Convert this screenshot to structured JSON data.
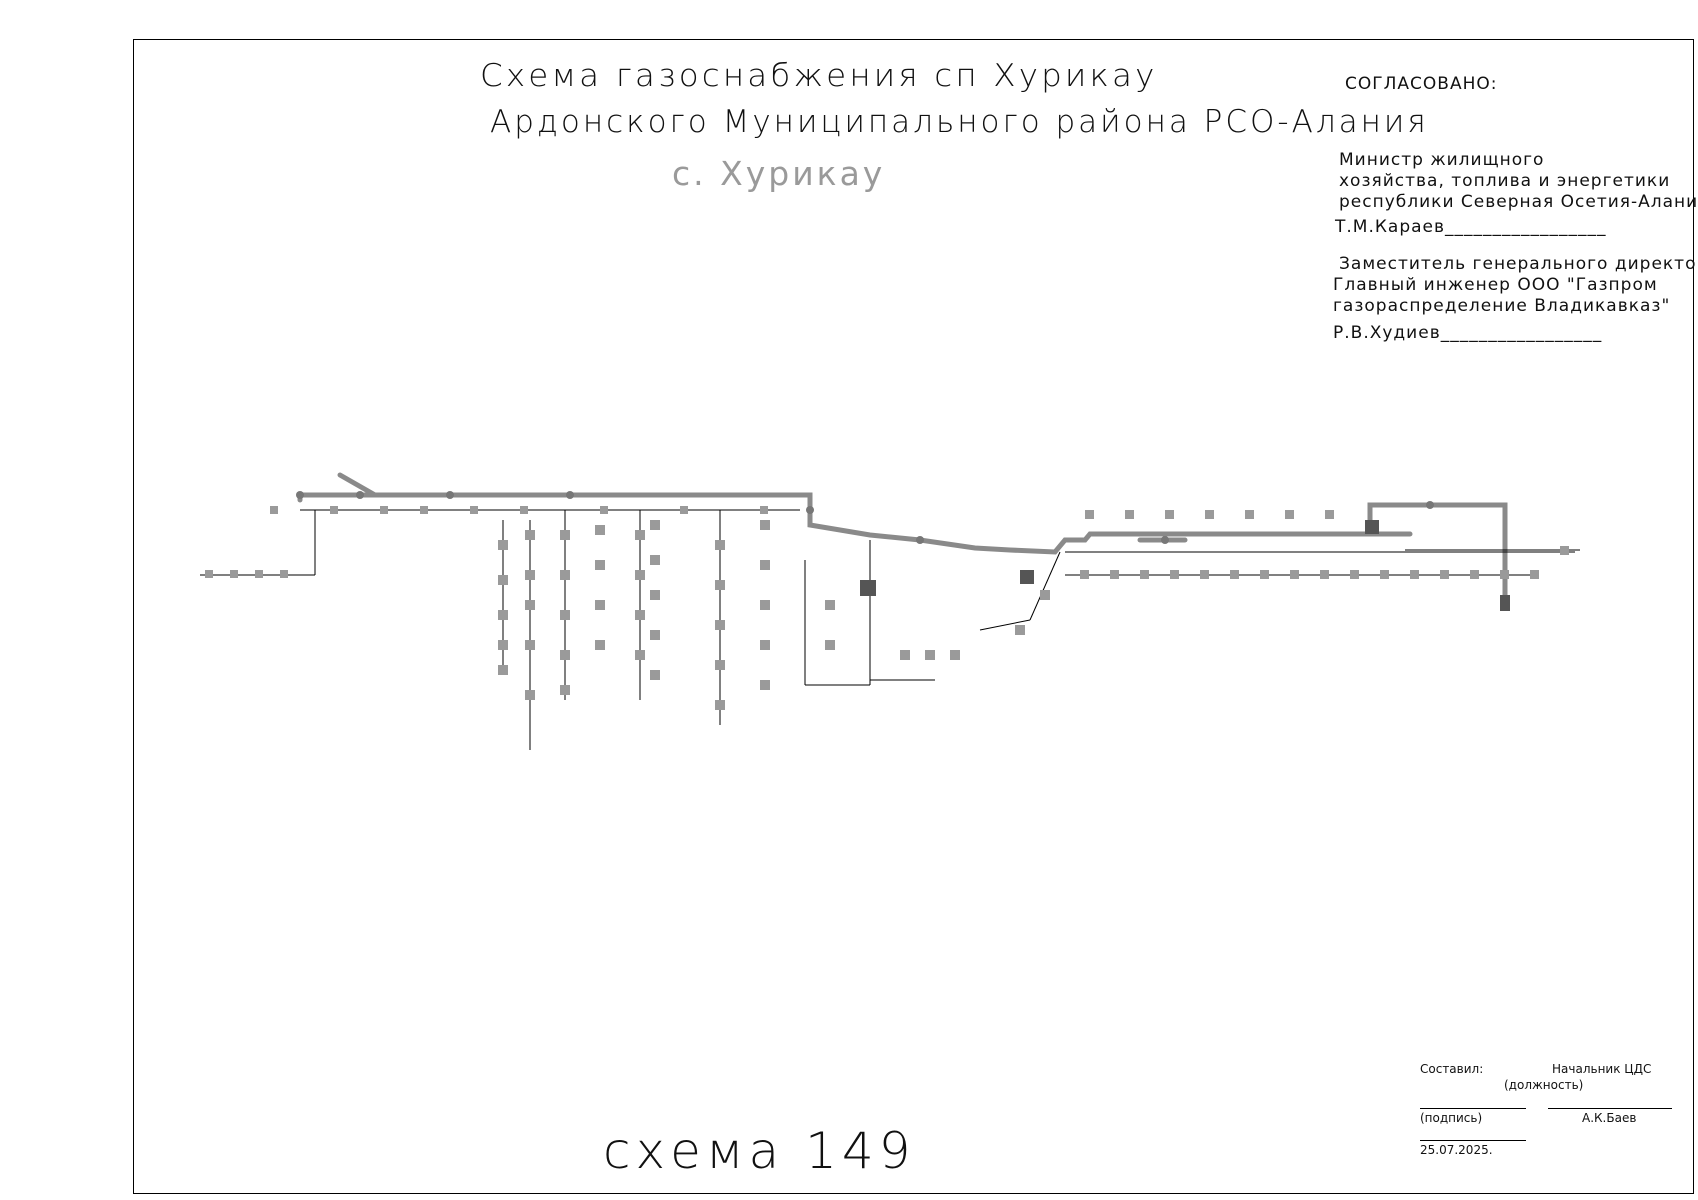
{
  "title": {
    "line1": "Схема газоснабжения сп Хурикау",
    "line2": "Ардонского Муниципального района РСО-Алания",
    "line3": "с. Хурикау"
  },
  "approval": {
    "heading": "СОГЛАСОВАНО:",
    "block1": {
      "line1": "Министр  жилищного",
      "line2": "хозяйства, топлива и энергетики",
      "line3": "республики Северная Осетия-Алания",
      "signature": "Т.М.Караев_________________"
    },
    "block2": {
      "line1": "Заместитель генерального директора-",
      "line2": "Главный инженер  ООО \"Газпром",
      "line3": "газораспределение Владикавказ\"",
      "signature": "Р.В.Худиев_________________"
    }
  },
  "stamp": {
    "compiled_label": "Составил:",
    "position_value": "Начальник ЦДС",
    "position_label": "(должность)",
    "signature_label": "(подпись)",
    "name": "А.К.Баев",
    "date": "25.07.2025."
  },
  "scheme_label": "схема 149",
  "colors": {
    "pipe_main": "#8a8a8a",
    "line": "#000000",
    "faint_title": "#9a9a9a"
  }
}
